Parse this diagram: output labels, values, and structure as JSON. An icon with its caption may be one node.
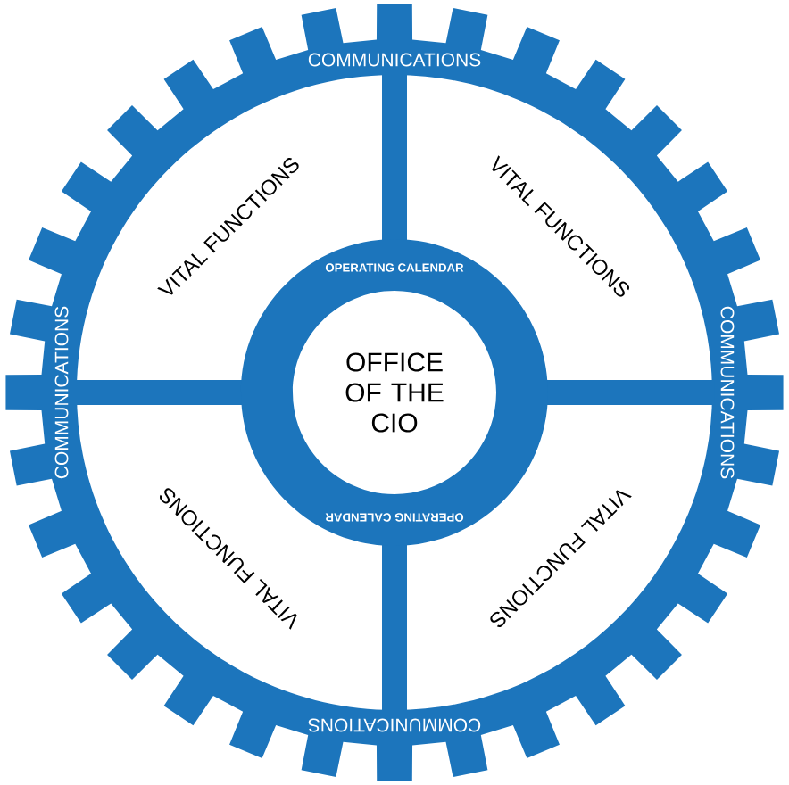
{
  "diagram": {
    "nodes": [
      {
        "text": [
          "COMMUNICATIONS",
          "COMMUNICATIONS",
          "COMMUNICATIONS",
          "COMMUNICATIONS"
        ]
      },
      {
        "text": [
          "VITAL FUNCTIONS"
        ],
        "in": 0
      },
      {
        "text": [
          "VITAL FUNCTIONS"
        ],
        "in": 0
      },
      {
        "text": [
          "VITAL FUNCTIONS"
        ],
        "in": 0
      },
      {
        "text": [
          "VITAL FUNCTIONS"
        ],
        "in": 0
      },
      {
        "text": [
          "OPERATING CALENDAR",
          "OPERATING CALENDAR"
        ],
        "in": 0
      },
      {
        "text": [
          "OFFICE OF THE CIO"
        ],
        "in": 5
      }
    ]
  }
}
